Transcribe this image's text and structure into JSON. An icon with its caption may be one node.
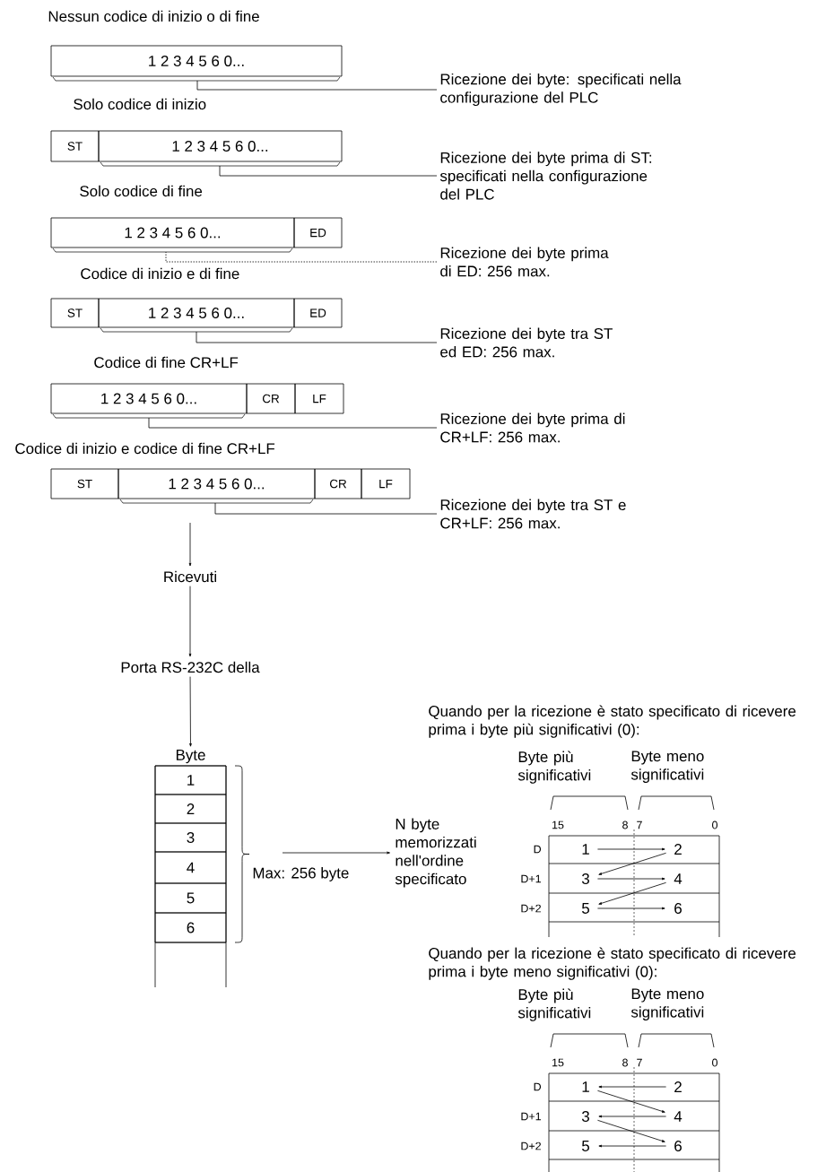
{
  "diagram": {
    "nodes": [
      {
        "text": [
          "1 2 3 4 5 6 0..."
        ]
      },
      {
        "text": [
          "Ricezione dei byte: specificati nella configurazione del PLC"
        ]
      },
      {
        "text": [
          "ST"
        ]
      },
      {
        "text": [
          "1 2 3 4 5 6 0..."
        ]
      },
      {
        "text": [
          "Ricezione dei byte prima di ST: specificati nella configurazione del PLC"
        ]
      },
      {
        "text": [
          "1 2 3 4 5 6 0..."
        ]
      },
      {
        "text": [
          "ED"
        ]
      },
      {
        "text": [
          "Ricezione dei byte prima di ED: 256 max."
        ]
      },
      {
        "text": [
          "ST"
        ]
      },
      {
        "text": [
          "1 2 3 4 5 6 0..."
        ]
      },
      {
        "text": [
          "ED"
        ]
      },
      {
        "text": [
          "Ricezione dei byte tra ST ed ED: 256 max."
        ]
      },
      {
        "text": [
          "1 2 3 4 5 6 0..."
        ]
      },
      {
        "text": [
          "CR"
        ]
      },
      {
        "text": [
          "LF"
        ]
      },
      {
        "text": [
          "Ricezione dei byte prima di CR+LF: 256 max."
        ]
      },
      {
        "text": [
          "ST"
        ]
      },
      {
        "text": [
          "1 2 3 4 5 6 0..."
        ]
      },
      {
        "text": [
          "CR"
        ]
      },
      {
        "text": [
          "LF"
        ]
      },
      {
        "text": [
          "Ricezione dei byte tra ST e CR+LF: 256 max."
        ]
      },
      {
        "text": [
          "Ricevuti"
        ]
      },
      {
        "text": [
          "Porta RS-232C della"
        ]
      },
      {
        "text": [
          "Byte"
        ]
      },
      {
        "text": [
          "1"
        ],
        "in": 23
      },
      {
        "text": [
          "2"
        ],
        "in": 23
      },
      {
        "text": [
          "3"
        ],
        "in": 23
      },
      {
        "text": [
          "4"
        ],
        "in": 23
      },
      {
        "text": [
          "5"
        ],
        "in": 23
      },
      {
        "text": [
          "6"
        ],
        "in": 23
      },
      {
        "text": [
          "N byte memorizzati nell'ordine specificato"
        ]
      },
      {
        "text": [
          "1"
        ]
      },
      {
        "text": [
          "2"
        ]
      },
      {
        "text": [
          "3"
        ]
      },
      {
        "text": [
          "4"
        ]
      },
      {
        "text": [
          "5"
        ]
      },
      {
        "text": [
          "6"
        ]
      },
      {
        "text": [
          "1"
        ]
      },
      {
        "text": [
          "2"
        ]
      },
      {
        "text": [
          "3"
        ]
      },
      {
        "text": [
          "4"
        ]
      },
      {
        "text": [
          "5"
        ]
      },
      {
        "text": [
          "6"
        ]
      }
    ],
    "edges": [
      {
        "from": 1,
        "to": 0,
        "arrow": "none"
      },
      {
        "from": 4,
        "to": 3,
        "arrow": "none"
      },
      {
        "from": 7,
        "to": 5,
        "arrow": "none",
        "style": "dashed"
      },
      {
        "from": 11,
        "to": 9,
        "arrow": "none"
      },
      {
        "from": 15,
        "to": 12,
        "arrow": "none"
      },
      {
        "from": 20,
        "to": 17,
        "arrow": "none"
      },
      {
        "from": null,
        "to": 21,
        "arrow": "to"
      },
      {
        "from": 21,
        "to": 22,
        "arrow": "to"
      },
      {
        "from": 22,
        "to": 23,
        "arrow": "to"
      },
      {
        "from": null,
        "to": 30,
        "arrow": "to"
      },
      {
        "from": 31,
        "to": 32,
        "arrow": "to"
      },
      {
        "from": 32,
        "to": 33,
        "arrow": "to"
      },
      {
        "from": 33,
        "to": 34,
        "arrow": "to"
      },
      {
        "from": 34,
        "to": 35,
        "arrow": "to"
      },
      {
        "from": 35,
        "to": 36,
        "arrow": "to"
      },
      {
        "from": 38,
        "to": 37,
        "arrow": "to"
      },
      {
        "from": 37,
        "to": 40,
        "arrow": "to"
      },
      {
        "from": 40,
        "to": 39,
        "arrow": "to"
      },
      {
        "from": 39,
        "to": 42,
        "arrow": "to"
      },
      {
        "from": 42,
        "to": 41,
        "arrow": "to"
      }
    ],
    "labels": [
      "Nessun codice di inizio o di fine",
      "Solo codice di inizio",
      "Solo codice di fine",
      "Codice di inizio e di fine",
      "Codice di fine CR+LF",
      "Codice di inizio e codice di fine CR+LF",
      "Max: 256 byte",
      "Quando per la ricezione è stato specificato di ricevere prima i byte più significativi (0):",
      "Byte più significativi",
      "Byte meno significativi",
      "15",
      "8",
      "7",
      "0",
      "D",
      "D+1",
      "D+2",
      "Quando per la ricezione è stato specificato di ricevere prima i byte meno significativi (0):",
      "Byte più significativi",
      "Byte meno significativi",
      "15",
      "8",
      "7",
      "0",
      "D",
      "D+1",
      "D+2"
    ]
  }
}
